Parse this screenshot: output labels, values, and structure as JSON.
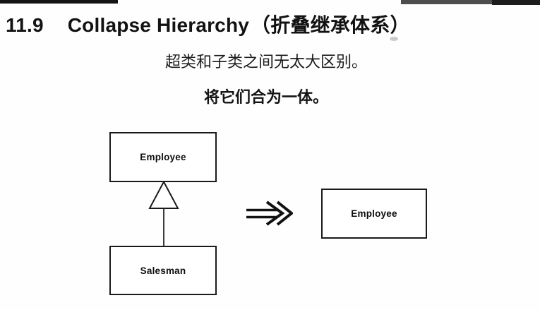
{
  "header": {
    "section_number": "11.9",
    "title_latin": "Collapse Hierarchy",
    "title_cjk": "（折叠继承体系）"
  },
  "summary": {
    "motivation": "超类和子类之间无太大区别。",
    "action": "将它们合为一体。"
  },
  "diagram": {
    "before": {
      "superclass_label": "Employee",
      "subclass_label": "Salesman"
    },
    "after": {
      "class_label": "Employee"
    },
    "icons": {
      "generalization": "hollow-triangle-inheritance-arrow",
      "transform": "double-right-arrow"
    }
  },
  "colors": {
    "ink": "#1a1a1a",
    "paper": "#fefefe",
    "scan_bar_gray": "#4d4d4d",
    "scan_bar_dark": "#1d1d1d"
  }
}
